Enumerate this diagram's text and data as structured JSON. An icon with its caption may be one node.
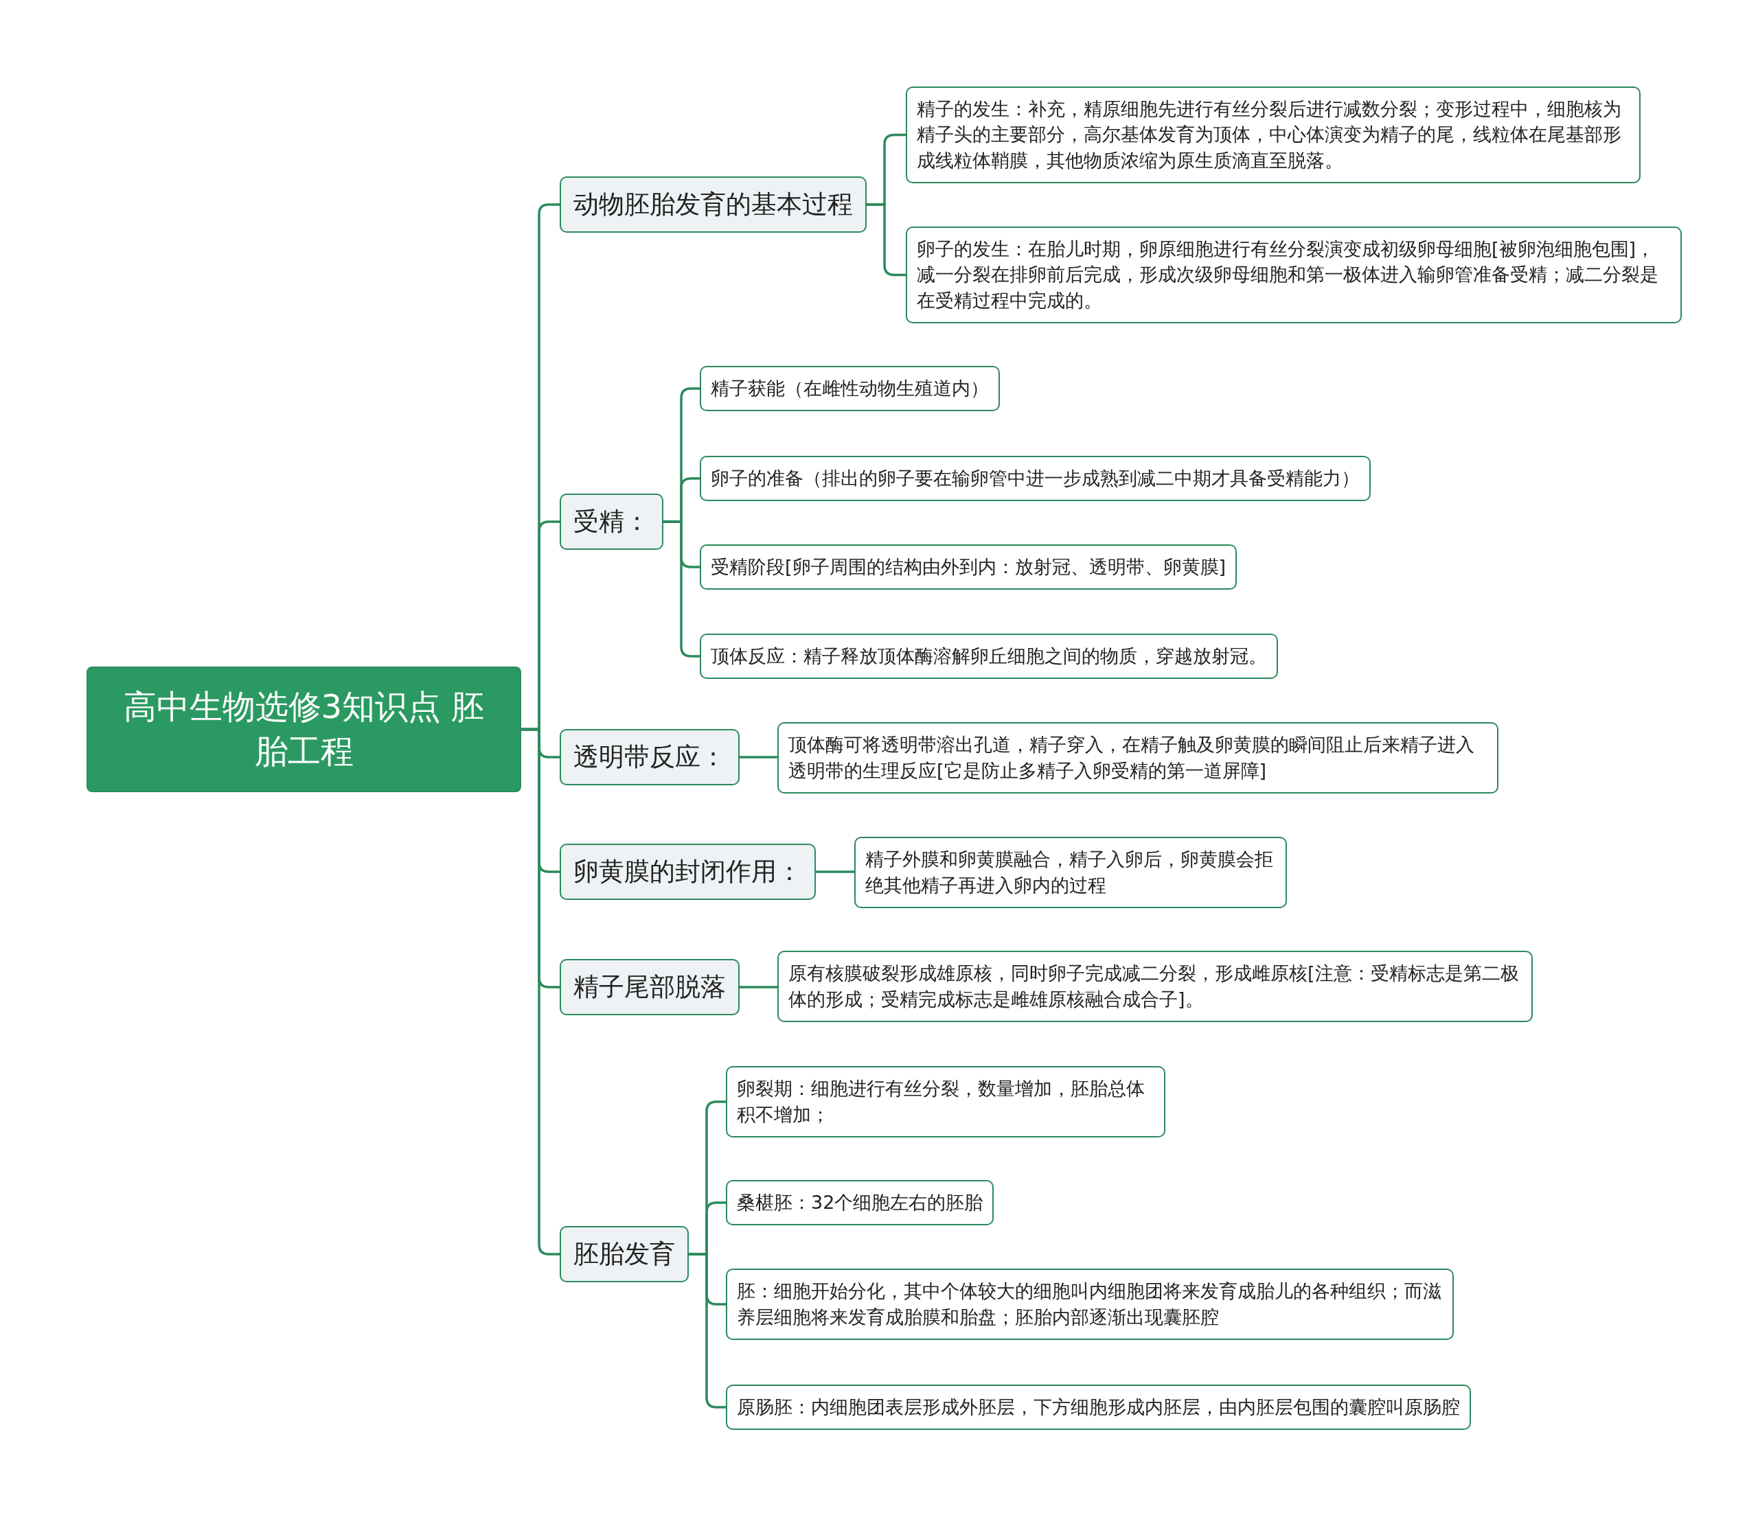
{
  "diagram": {
    "nodes": [
      {
        "text": [
          "高中生物选修3知识点 胚胎工程"
        ]
      },
      {
        "text": [
          "动物胚胎发育的基本过程"
        ]
      },
      {
        "text": [
          "精子的发生：补充，精原细胞先进行有丝分裂后进行减数分裂；变形过程中，细胞核为精子头的主要部分，高尔基体发育为顶体，中心体演变为精子的尾，线粒体在尾基部形成线粒体鞘膜，其他物质浓缩为原生质滴直至脱落。"
        ]
      },
      {
        "text": [
          "卵子的发生：在胎儿时期，卵原细胞进行有丝分裂演变成初级卵母细胞[被卵泡细胞包围]，减一分裂在排卵前后完成，形成次级卵母细胞和第一极体进入输卵管准备受精；减二分裂是在受精过程中完成的。"
        ]
      },
      {
        "text": [
          "受精："
        ]
      },
      {
        "text": [
          "精子获能（在雌性动物生殖道内）"
        ]
      },
      {
        "text": [
          "卵子的准备（排出的卵子要在输卵管中进一步成熟到减二中期才具备受精能力）"
        ]
      },
      {
        "text": [
          "受精阶段[卵子周围的结构由外到内：放射冠、透明带、卵黄膜]"
        ]
      },
      {
        "text": [
          "顶体反应：精子释放顶体酶溶解卵丘细胞之间的物质，穿越放射冠。"
        ]
      },
      {
        "text": [
          "透明带反应："
        ]
      },
      {
        "text": [
          "顶体酶可将透明带溶出孔道，精子穿入，在精子触及卵黄膜的瞬间阻止后来精子进入透明带的生理反应[它是防止多精子入卵受精的第一道屏障]"
        ]
      },
      {
        "text": [
          "卵黄膜的封闭作用："
        ]
      },
      {
        "text": [
          "精子外膜和卵黄膜融合，精子入卵后，卵黄膜会拒绝其他精子再进入卵内的过程"
        ]
      },
      {
        "text": [
          "精子尾部脱落"
        ]
      },
      {
        "text": [
          "原有核膜破裂形成雄原核，同时卵子完成减二分裂，形成雌原核[注意：受精标志是第二极体的形成；受精完成标志是雌雄原核融合成合子]。"
        ]
      },
      {
        "text": [
          "胚胎发育"
        ]
      },
      {
        "text": [
          "卵裂期：细胞进行有丝分裂，数量增加，胚胎总体积不增加；"
        ]
      },
      {
        "text": [
          "桑椹胚：32个细胞左右的胚胎"
        ]
      },
      {
        "text": [
          "胚：细胞开始分化，其中个体较大的细胞叫内细胞团将来发育成胎儿的各种组织；而滋养层细胞将来发育成胎膜和胎盘；胚胎内部逐渐出现囊胚腔"
        ]
      },
      {
        "text": [
          "原肠胚：内细胞团表层形成外胚层，下方细胞形成内胚层，由内胚层包围的囊腔叫原肠腔"
        ]
      }
    ],
    "edges": [
      {
        "from": 0,
        "to": 1,
        "arrow": "none"
      },
      {
        "from": 1,
        "to": 2,
        "arrow": "none"
      },
      {
        "from": 1,
        "to": 3,
        "arrow": "none"
      },
      {
        "from": 0,
        "to": 4,
        "arrow": "none"
      },
      {
        "from": 4,
        "to": 5,
        "arrow": "none"
      },
      {
        "from": 4,
        "to": 6,
        "arrow": "none"
      },
      {
        "from": 4,
        "to": 7,
        "arrow": "none"
      },
      {
        "from": 4,
        "to": 8,
        "arrow": "none"
      },
      {
        "from": 0,
        "to": 9,
        "arrow": "none"
      },
      {
        "from": 9,
        "to": 10,
        "arrow": "none"
      },
      {
        "from": 0,
        "to": 11,
        "arrow": "none"
      },
      {
        "from": 11,
        "to": 12,
        "arrow": "none"
      },
      {
        "from": 0,
        "to": 13,
        "arrow": "none"
      },
      {
        "from": 13,
        "to": 14,
        "arrow": "none"
      },
      {
        "from": 0,
        "to": 15,
        "arrow": "none"
      },
      {
        "from": 15,
        "to": 16,
        "arrow": "none"
      },
      {
        "from": 15,
        "to": 17,
        "arrow": "none"
      },
      {
        "from": 15,
        "to": 18,
        "arrow": "none"
      },
      {
        "from": 15,
        "to": 19,
        "arrow": "none"
      }
    ]
  }
}
